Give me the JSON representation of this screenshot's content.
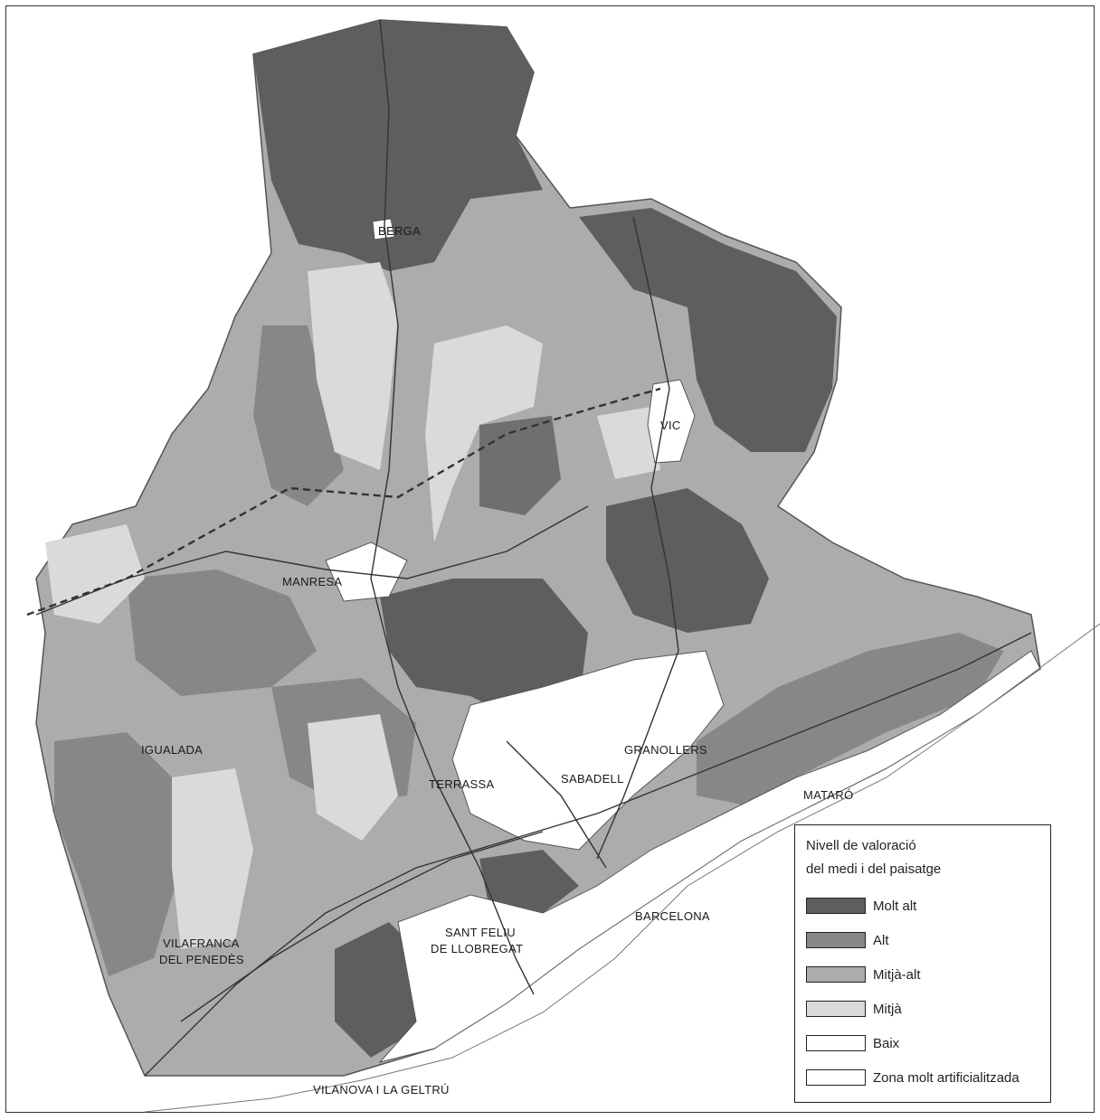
{
  "legend": {
    "title_line1": "Nivell de valoració",
    "title_line2": "del medi i del paisatge",
    "items": [
      {
        "label": "Molt alt",
        "color": "#5e5e5e"
      },
      {
        "label": "Alt",
        "color": "#878787"
      },
      {
        "label": "Mitjà-alt",
        "color": "#acacac"
      },
      {
        "label": "Mitjà",
        "color": "#dadada"
      },
      {
        "label": "Baix",
        "color": "#ffffff"
      },
      {
        "label": "Zona molt artificialitzada",
        "color": "#ffffff"
      }
    ]
  },
  "cities": {
    "berga": "BERGA",
    "vic": "VIC",
    "manresa": "MANRESA",
    "igualada": "IGUALADA",
    "terrassa": "TERRASSA",
    "sabadell": "SABADELL",
    "granollers": "GRANOLLERS",
    "mataro": "MATARÓ",
    "barcelona": "BARCELONA",
    "sant_feliu_1": "SANT FELIU",
    "sant_feliu_2": "DE LLOBREGAT",
    "vilafranca_1": "VILAFRANCA",
    "vilafranca_2": "DEL PENEDÈS",
    "vilanova": "VILANOVA I LA GELTRÚ"
  }
}
